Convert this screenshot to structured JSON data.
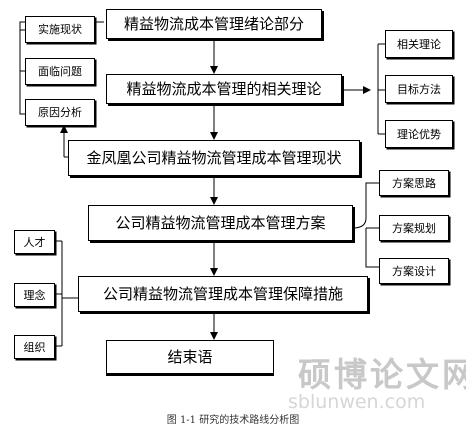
{
  "diagram": {
    "main_steps": [
      "精益物流成本管理绪论部分",
      "精益物流成本管理的相关理论",
      "金凤凰公司精益物流管理成本管理现状",
      "公司精益物流管理成本管理方案",
      "公司精益物流管理成本管理保障措施"
    ],
    "final_step": "结束语",
    "left_top_group": [
      "实施现状",
      "面临问题",
      "原因分析"
    ],
    "right_top_group": [
      "相关理论",
      "目标方法",
      "理论优势"
    ],
    "right_mid_group": [
      "方案思路",
      "方案规划",
      "方案设计"
    ],
    "left_bottom_group": [
      "人才",
      "理念",
      "组织"
    ],
    "caption": "图 1-1  研究的技术路线分析图"
  },
  "watermark": {
    "text": "硕博论文网",
    "url": "sblunwen.com"
  }
}
